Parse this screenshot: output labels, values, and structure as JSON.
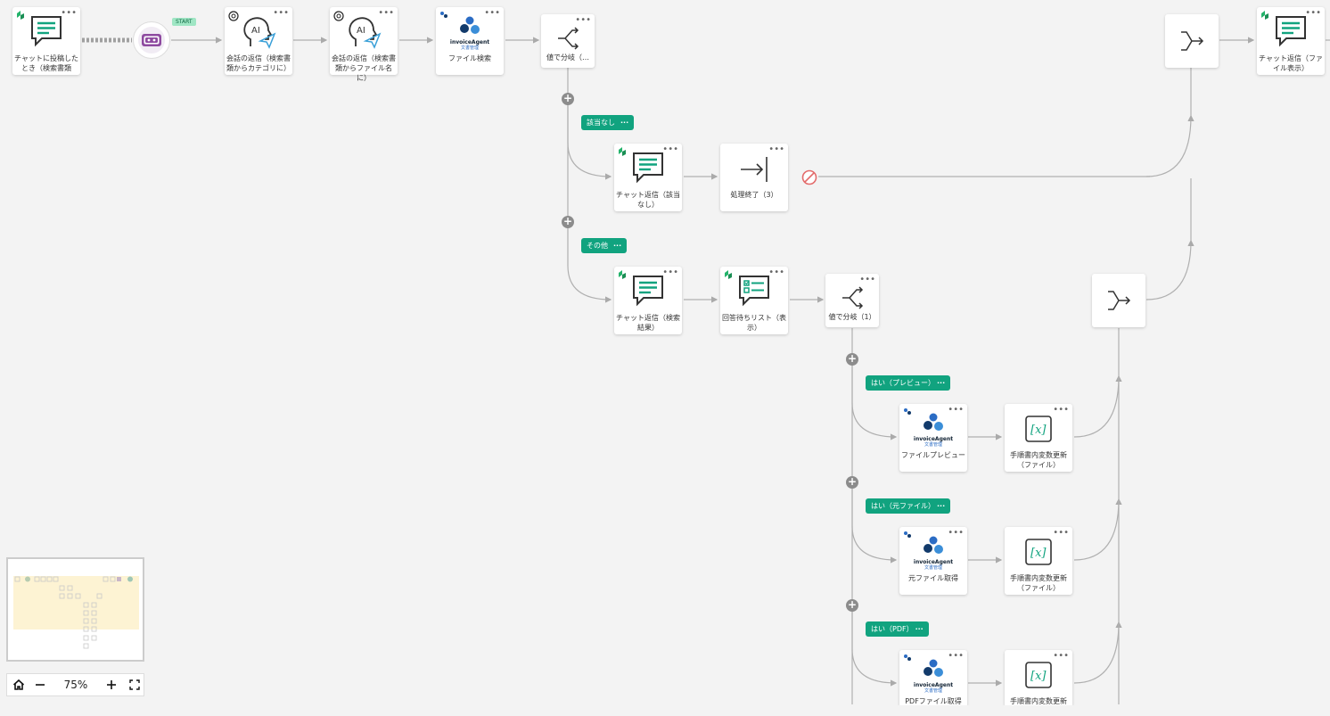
{
  "colors": {
    "accent": "#11a37f",
    "badge_green": "#24b36b",
    "ai_blue": "#3aa0d8",
    "robot_purple": "#8e4aa0",
    "error_red": "#e36b6b"
  },
  "start_label": "START",
  "nodes": {
    "trigger": {
      "label": "チャットに投稿したとき（検索書類",
      "icon": "chat-icon"
    },
    "ai1": {
      "label": "会話の返信（検索書類からカテゴリに）",
      "icon": "ai-send-icon"
    },
    "ai2": {
      "label": "会話の返信（検索書類からファイル名に）",
      "icon": "ai-send-icon"
    },
    "search": {
      "label": "ファイル検索",
      "icon": "invoice-agent-icon"
    },
    "branch_main": {
      "label": "値で分岐（…",
      "icon": "branch-icon"
    },
    "merge_top": {
      "label": "",
      "icon": "merge-icon"
    },
    "chat_final": {
      "label": "チャット返信（ファイル表示）",
      "icon": "chat-icon"
    },
    "chat_none": {
      "label": "チャット返信（該当なし）",
      "icon": "chat-icon"
    },
    "end": {
      "label": "処理終了（3）",
      "icon": "end-icon"
    },
    "chat_result": {
      "label": "チャット返信（検索結果）",
      "icon": "chat-icon"
    },
    "answer_list": {
      "label": "回答待ちリスト（表示）",
      "icon": "checklist-icon"
    },
    "branch_sub": {
      "label": "値で分岐（1）",
      "icon": "branch-icon"
    },
    "merge_mid": {
      "label": "",
      "icon": "merge-icon"
    },
    "preview": {
      "label": "ファイルプレビュー",
      "icon": "invoice-agent-icon"
    },
    "var1": {
      "label": "手順書内変数更新（ファイル）",
      "icon": "variable-icon"
    },
    "orig": {
      "label": "元ファイル取得",
      "icon": "invoice-agent-icon"
    },
    "var2": {
      "label": "手順書内変数更新（ファイル）",
      "icon": "variable-icon"
    },
    "pdf": {
      "label": "PDFファイル取得",
      "icon": "invoice-agent-icon"
    },
    "var3": {
      "label": "手順書内変数更新（ファ",
      "icon": "variable-icon"
    }
  },
  "branches": {
    "none": "該当なし",
    "other": "その他",
    "yes_preview": "はい（プレビュー）",
    "yes_orig": "はい（元ファイル）",
    "yes_pdf": "はい（PDF）"
  },
  "logo": {
    "line1": "invoiceAgent",
    "line2": "文書管理"
  },
  "zoom": {
    "level": "75%",
    "home_icon": "home-icon",
    "zoom_out_icon": "minus-icon",
    "zoom_in_icon": "plus-icon",
    "fit_icon": "fit-screen-icon"
  }
}
